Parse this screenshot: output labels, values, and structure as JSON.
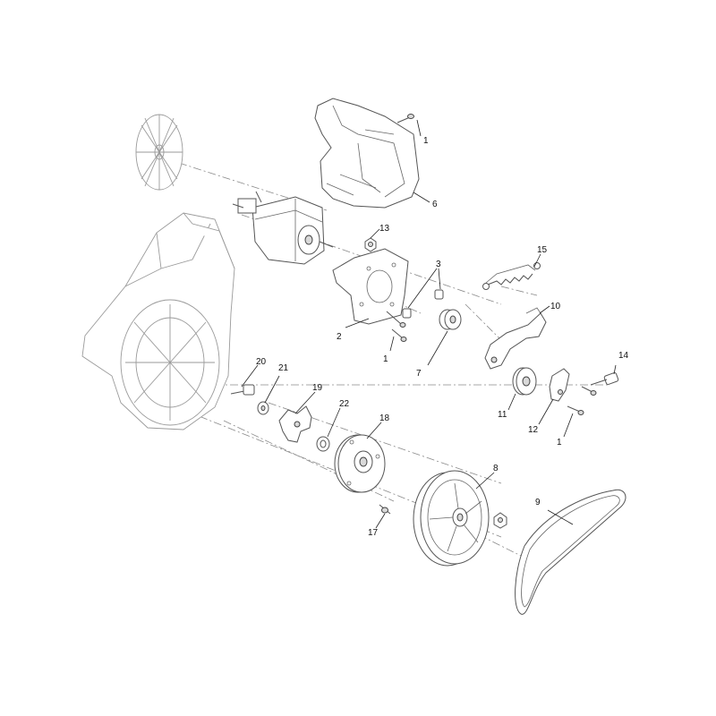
{
  "callouts": [
    {
      "id": "c1a",
      "text": "1"
    },
    {
      "id": "c6",
      "text": "6"
    },
    {
      "id": "c13",
      "text": "13"
    },
    {
      "id": "c15",
      "text": "15"
    },
    {
      "id": "c3",
      "text": "3"
    },
    {
      "id": "c10",
      "text": "10"
    },
    {
      "id": "c2",
      "text": "2"
    },
    {
      "id": "c1b",
      "text": "1"
    },
    {
      "id": "c7",
      "text": "7"
    },
    {
      "id": "c14",
      "text": "14"
    },
    {
      "id": "c20",
      "text": "20"
    },
    {
      "id": "c21",
      "text": "21"
    },
    {
      "id": "c19",
      "text": "19"
    },
    {
      "id": "c22",
      "text": "22"
    },
    {
      "id": "c18",
      "text": "18"
    },
    {
      "id": "c11",
      "text": "11"
    },
    {
      "id": "c12",
      "text": "12"
    },
    {
      "id": "c1c",
      "text": "1"
    },
    {
      "id": "c8",
      "text": "8"
    },
    {
      "id": "c9",
      "text": "9"
    },
    {
      "id": "c17",
      "text": "17"
    }
  ]
}
